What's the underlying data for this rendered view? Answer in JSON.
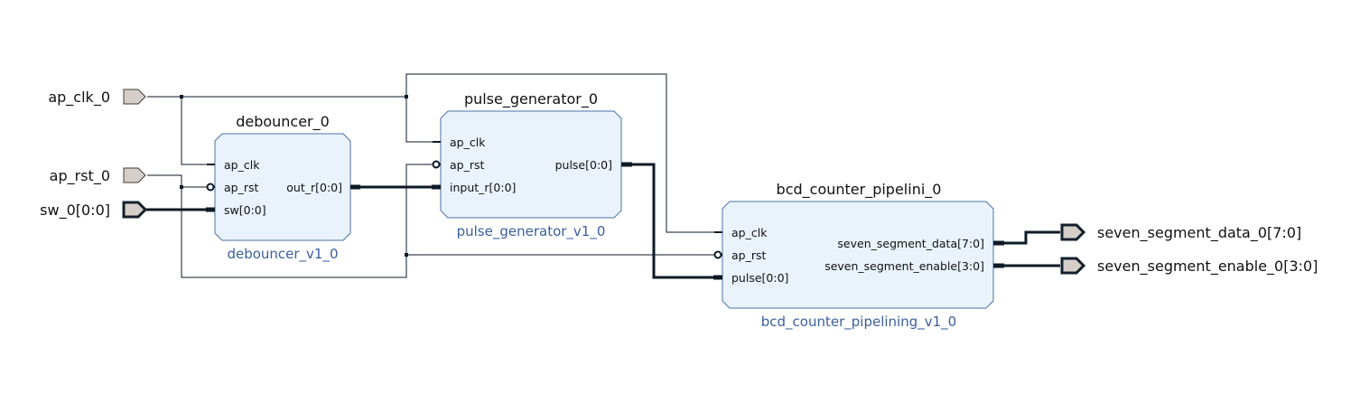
{
  "colors": {
    "block_fill": "#eaf3fc",
    "block_border": "#4a73a8",
    "wire": "#0d1a26",
    "port_fill": "#d6cfc9",
    "module_label": "#3a5f9c"
  },
  "ports": {
    "ap_clk": "ap_clk_0",
    "ap_rst": "ap_rst_0",
    "sw": "sw_0[0:0]",
    "seg_data": "seven_segment_data_0[7:0]",
    "seg_enable": "seven_segment_enable_0[3:0]"
  },
  "blocks": {
    "debouncer": {
      "instance": "debouncer_0",
      "module": "debouncer_v1_0",
      "pins": {
        "ap_clk": "ap_clk",
        "ap_rst": "ap_rst",
        "sw": "sw[0:0]",
        "out_r": "out_r[0:0]"
      }
    },
    "pulse_generator": {
      "instance": "pulse_generator_0",
      "module": "pulse_generator_v1_0",
      "pins": {
        "ap_clk": "ap_clk",
        "ap_rst": "ap_rst",
        "input_r": "input_r[0:0]",
        "pulse": "pulse[0:0]"
      }
    },
    "bcd_counter": {
      "instance": "bcd_counter_pipelini_0",
      "module": "bcd_counter_pipelining_v1_0",
      "pins": {
        "ap_clk": "ap_clk",
        "ap_rst": "ap_rst",
        "pulse": "pulse[0:0]",
        "seg_data": "seven_segment_data[7:0]",
        "seg_enable": "seven_segment_enable[3:0]"
      }
    }
  }
}
